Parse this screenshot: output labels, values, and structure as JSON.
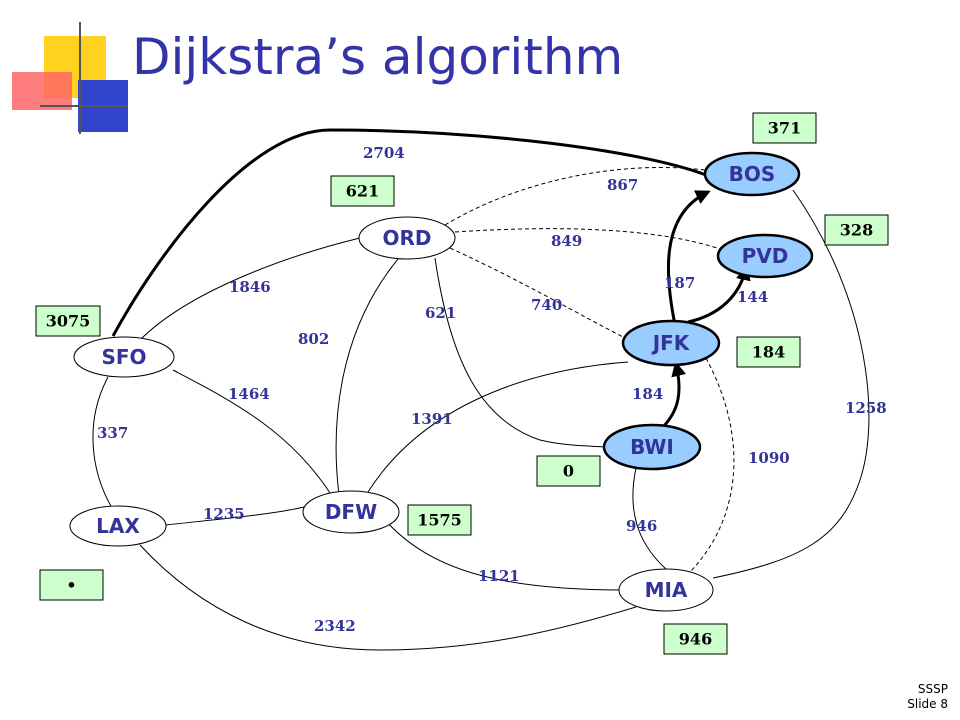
{
  "slide": {
    "title": "Dijkstra’s algorithm",
    "footer_line1": "SSSP",
    "footer_line2": "Slide 8"
  },
  "nodes": {
    "SFO": {
      "label": "SFO",
      "highlighted": false,
      "distance": "3075"
    },
    "LAX": {
      "label": "LAX",
      "highlighted": false,
      "distance": "•"
    },
    "ORD": {
      "label": "ORD",
      "highlighted": false,
      "distance": "621"
    },
    "DFW": {
      "label": "DFW",
      "highlighted": false,
      "distance": "1575"
    },
    "BOS": {
      "label": "BOS",
      "highlighted": true,
      "distance": "371"
    },
    "PVD": {
      "label": "PVD",
      "highlighted": true,
      "distance": "328"
    },
    "JFK": {
      "label": "JFK",
      "highlighted": true,
      "distance": "184"
    },
    "BWI": {
      "label": "BWI",
      "highlighted": true,
      "distance": "0"
    },
    "MIA": {
      "label": "MIA",
      "highlighted": false,
      "distance": "946"
    }
  },
  "edges": [
    {
      "from": "SFO",
      "to": "BOS",
      "weight": "2704",
      "style": "bold"
    },
    {
      "from": "ORD",
      "to": "BOS",
      "weight": "867",
      "style": "dashed"
    },
    {
      "from": "ORD",
      "to": "PVD",
      "weight": "849",
      "style": "dashed"
    },
    {
      "from": "SFO",
      "to": "ORD",
      "weight": "1846",
      "style": "solid"
    },
    {
      "from": "ORD",
      "to": "JFK",
      "weight": "740",
      "style": "dashed"
    },
    {
      "from": "ORD",
      "to": "BWI",
      "weight": "621",
      "style": "solid"
    },
    {
      "from": "ORD",
      "to": "DFW",
      "weight": "802",
      "style": "solid"
    },
    {
      "from": "JFK",
      "to": "BOS",
      "weight": "187",
      "style": "bold-arrow"
    },
    {
      "from": "JFK",
      "to": "PVD",
      "weight": "144",
      "style": "bold-arrow"
    },
    {
      "from": "BWI",
      "to": "JFK",
      "weight": "184",
      "style": "bold-arrow"
    },
    {
      "from": "SFO",
      "to": "DFW",
      "weight": "1464",
      "style": "solid"
    },
    {
      "from": "DFW",
      "to": "JFK",
      "weight": "1391",
      "style": "solid"
    },
    {
      "from": "SFO",
      "to": "LAX",
      "weight": "337",
      "style": "solid"
    },
    {
      "from": "BOS",
      "to": "MIA",
      "weight": "1258",
      "style": "solid"
    },
    {
      "from": "JFK",
      "to": "MIA",
      "weight": "1090",
      "style": "dashed"
    },
    {
      "from": "LAX",
      "to": "DFW",
      "weight": "1235",
      "style": "solid"
    },
    {
      "from": "BWI",
      "to": "MIA",
      "weight": "946",
      "style": "solid"
    },
    {
      "from": "DFW",
      "to": "MIA",
      "weight": "1121",
      "style": "solid"
    },
    {
      "from": "LAX",
      "to": "MIA",
      "weight": "2342",
      "style": "solid"
    }
  ],
  "colors": {
    "title": "#3333aa",
    "highlighted_node_fill": "#99ccff",
    "distance_box_fill": "#ccffcc",
    "weight_text": "#333399"
  }
}
